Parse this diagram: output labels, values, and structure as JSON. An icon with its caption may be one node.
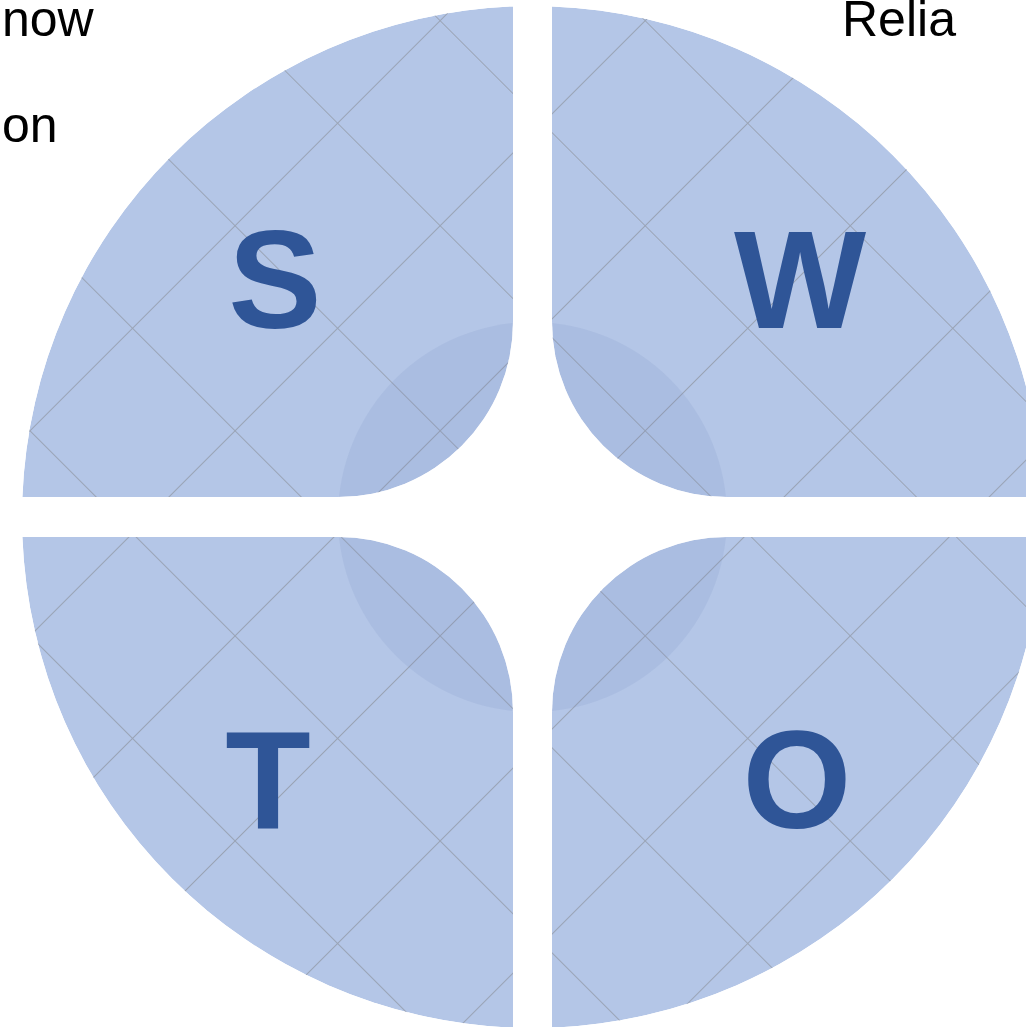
{
  "diagram": {
    "nodes": [
      {
        "text": [
          "S"
        ]
      },
      {
        "text": [
          "W"
        ]
      },
      {
        "text": [
          "T"
        ]
      },
      {
        "text": [
          "O"
        ]
      }
    ],
    "labels": [
      "now",
      "on",
      "Relia"
    ]
  }
}
